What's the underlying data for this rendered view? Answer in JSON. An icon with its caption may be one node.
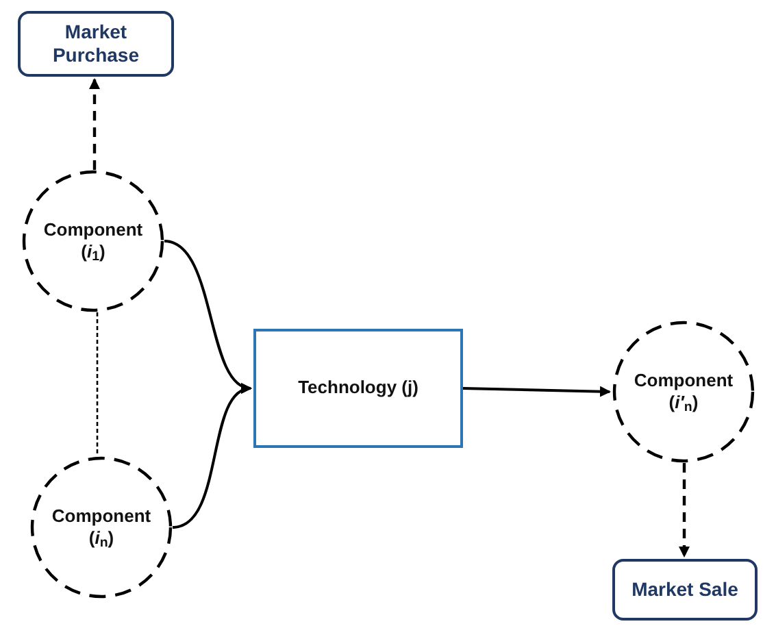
{
  "diagram": {
    "nodes": [
      {
        "text": [
          "Market Purchase"
        ]
      },
      {
        "text": [
          "Component",
          "(*i*$_{1}$)"
        ]
      },
      {
        "text": [
          "Component",
          "(*i*$_{n}$)"
        ]
      },
      {
        "text": [
          "Technology (j)"
        ]
      },
      {
        "text": [
          "Component",
          "(*i′*$_{n}$)"
        ]
      },
      {
        "text": [
          "Market Sale"
        ]
      }
    ],
    "edges": [
      {
        "from": 1,
        "to": 0,
        "arrow": "to",
        "style": "dashed"
      },
      {
        "from": 1,
        "to": 3,
        "arrow": "to"
      },
      {
        "from": 2,
        "to": 3,
        "arrow": "to"
      },
      {
        "from": 3,
        "to": 4,
        "arrow": "to"
      },
      {
        "from": 4,
        "to": 5,
        "arrow": "to",
        "style": "dashed"
      },
      {
        "from": 1,
        "to": 2,
        "arrow": "none",
        "style": "dashed"
      }
    ]
  }
}
